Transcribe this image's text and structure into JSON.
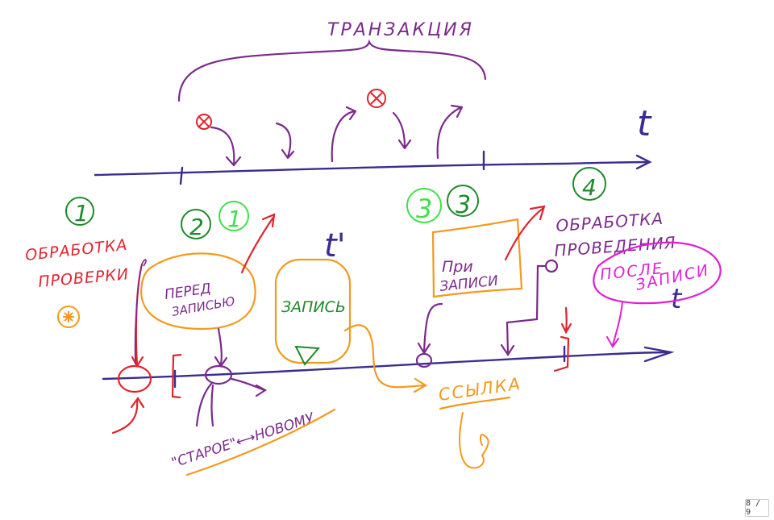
{
  "colors": {
    "blue": "#3a2d8f",
    "purple": "#7b2a8b",
    "red": "#e0242f",
    "green": "#1e8a2a",
    "light_green": "#3fe04a",
    "orange": "#f39a1e",
    "magenta": "#e01fd3"
  },
  "labels": {
    "transaction": "ТРАНЗАКЦИЯ",
    "t_top": "t",
    "t_prime": "t'",
    "t_bottom": "t",
    "n1": "1",
    "n2": "2",
    "n1b": "1",
    "n3a": "3",
    "n3b": "3",
    "n4": "4",
    "check_line1": "ОБРАБОТКА",
    "check_line2": "ПРОВЕРКИ",
    "before_write_line1": "ПЕРЕД",
    "before_write_line2": "ЗАПИСЬЮ",
    "write": "ЗАПИСЬ",
    "on_write_line1": "При",
    "on_write_line2": "ЗАПИСИ",
    "posting_line1": "ОБРАБОТКА",
    "posting_line2": "ПРОВЕДЕНИЯ",
    "after_write_line1": "ПОСЛЕ",
    "after_write_line2": "ЗАПИСИ",
    "old_new": "\"СТАРОЕ\"⟷НОВОМУ",
    "link": "ССЫЛКА"
  },
  "pager": "8 / 9"
}
